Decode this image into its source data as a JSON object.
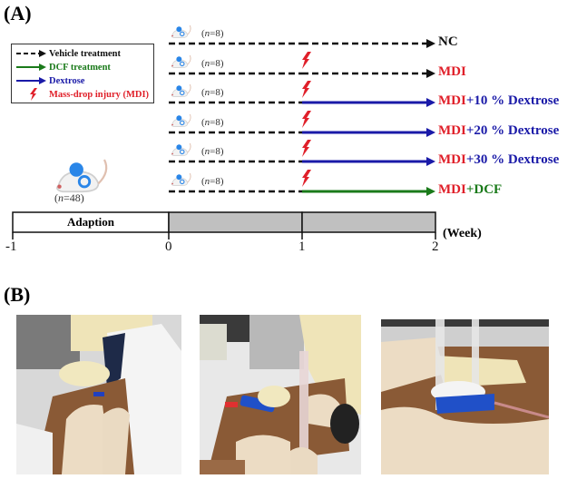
{
  "panel_a": {
    "label": "(A)",
    "legend": {
      "items": [
        {
          "label": "Vehicle treatment",
          "style": "dashed",
          "color": "#111111",
          "icon": "dashed-arrow-icon"
        },
        {
          "label": "DCF treatment",
          "style": "solid",
          "color": "#1a7a1a",
          "icon": "green-arrow-icon"
        },
        {
          "label": "Dextrose",
          "style": "solid",
          "color": "#1a1aa8",
          "icon": "blue-arrow-icon"
        },
        {
          "label": "Mass-drop injury (MDI)",
          "style": "lightning",
          "color": "#e0202a",
          "icon": "lightning-icon"
        }
      ]
    },
    "baseline": {
      "n_label_prefix": "n",
      "n_label_suffix": "=48",
      "n_open": "(",
      "n_close": ")"
    },
    "groups": [
      {
        "n": "=8",
        "injury": false,
        "post_treatment": "vehicle",
        "label_parts": [
          {
            "text": "NC",
            "color": "#111111"
          }
        ]
      },
      {
        "n": "=8",
        "injury": true,
        "post_treatment": "vehicle",
        "label_parts": [
          {
            "text": "MDI",
            "color": "#e0202a"
          }
        ]
      },
      {
        "n": "=8",
        "injury": true,
        "post_treatment": "dextrose",
        "label_parts": [
          {
            "text": "MDI",
            "color": "#e0202a"
          },
          {
            "text": "+10 % Dextrose",
            "color": "#1a1aa8"
          }
        ]
      },
      {
        "n": "=8",
        "injury": true,
        "post_treatment": "dextrose",
        "label_parts": [
          {
            "text": "MDI",
            "color": "#e0202a"
          },
          {
            "text": "+20 % Dextrose",
            "color": "#1a1aa8"
          }
        ]
      },
      {
        "n": "=8",
        "injury": true,
        "post_treatment": "dextrose",
        "label_parts": [
          {
            "text": "MDI",
            "color": "#e0202a"
          },
          {
            "text": "+30 % Dextrose",
            "color": "#1a1aa8"
          }
        ]
      },
      {
        "n": "=8",
        "injury": true,
        "post_treatment": "dcf",
        "label_parts": [
          {
            "text": "MDI",
            "color": "#e0202a"
          },
          {
            "text": "+DCF",
            "color": "#1a7a1a"
          }
        ]
      }
    ],
    "timeline": {
      "phase_label": "Adaption",
      "ticks": [
        "-1",
        "0",
        "1",
        "2"
      ],
      "unit": "(Week)",
      "gray_fill": "#c0c0c0"
    }
  },
  "panel_b": {
    "label": "(B)",
    "photos": [
      {
        "name": "photo-procedure-1"
      },
      {
        "name": "photo-procedure-2"
      },
      {
        "name": "photo-procedure-3"
      }
    ]
  }
}
